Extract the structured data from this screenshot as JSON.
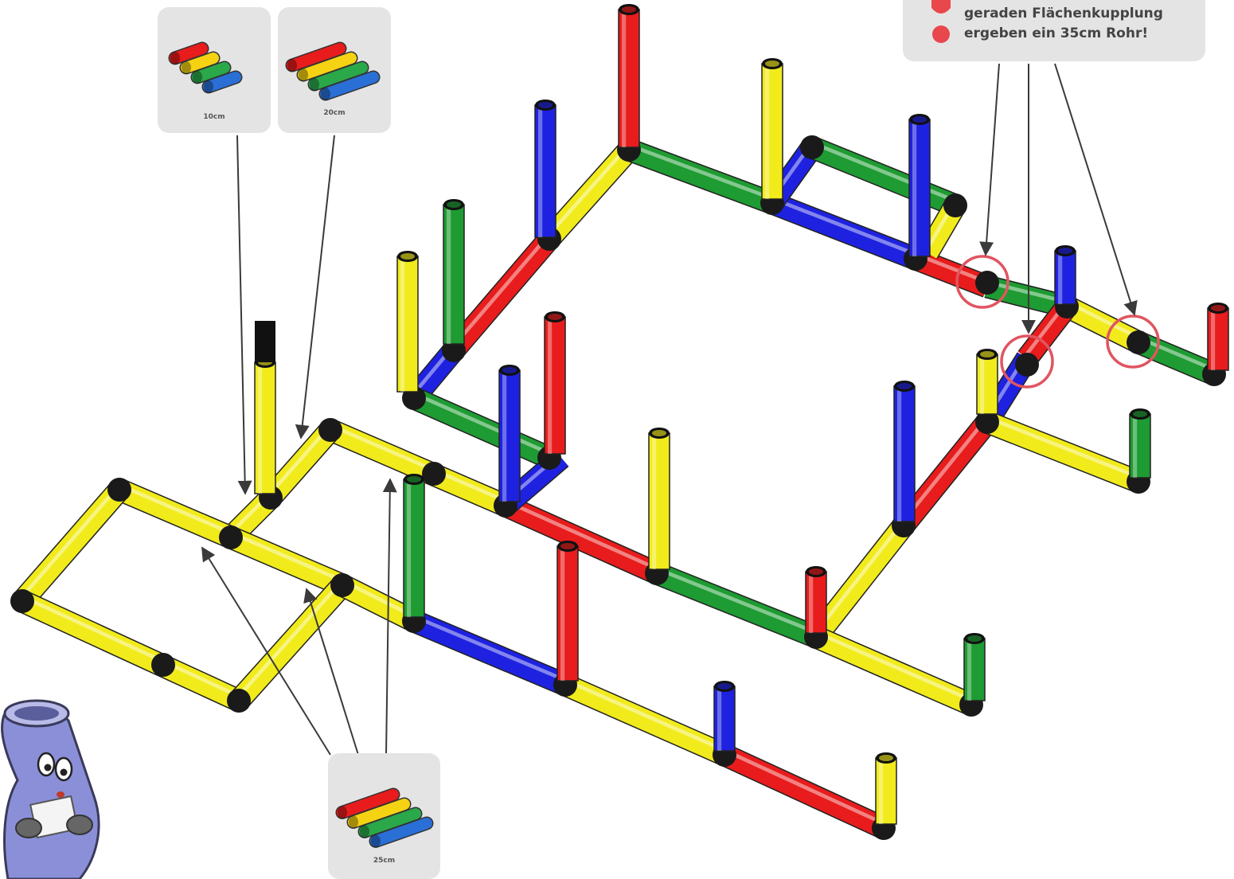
{
  "note": {
    "lines": [
      "geraden Flächenkupplung",
      "ergeben ein 35cm Rohr!"
    ],
    "accent": "#e8474c"
  },
  "cards": [
    {
      "name": "tube-10cm-card",
      "label": "10cm"
    },
    {
      "name": "tube-20cm-card",
      "label": "20cm"
    },
    {
      "name": "tube-25cm-card",
      "label": "25cm"
    }
  ],
  "colors": {
    "yellow": "#f1eb1c",
    "red": "#e81c1c",
    "green": "#1e9b32",
    "blue": "#1e22e0",
    "black": "#222222",
    "card": "#e4e4e4",
    "arrow": "#3a3a3a",
    "highlight": "#e05560"
  },
  "icons": [
    "tube-set-icon",
    "mascot-icon",
    "exclamation-icon"
  ]
}
